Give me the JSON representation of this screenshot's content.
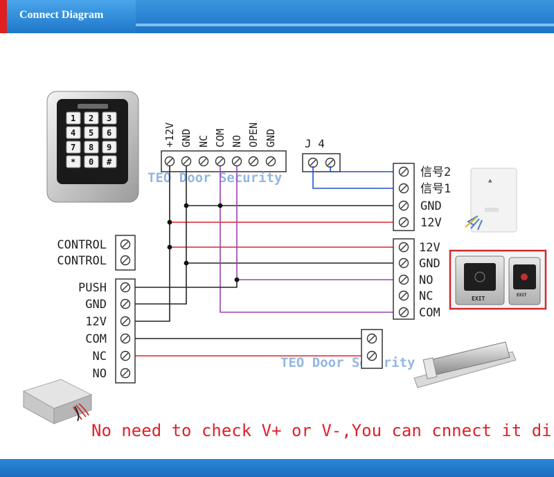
{
  "header": {
    "title": "Connect Diagram"
  },
  "colors": {
    "red": "#e0202a",
    "blue": "#2050d0",
    "purple": "#9a40b0",
    "black": "#222222",
    "header_blue": "#1f77c9",
    "accent_red": "#e02020"
  },
  "keypad": {
    "keys": [
      "1",
      "2",
      "3",
      "4",
      "5",
      "6",
      "7",
      "8",
      "9",
      "*",
      "0",
      "#"
    ]
  },
  "top_terminal": {
    "labels": [
      "+12V",
      "GND",
      "NC",
      "COM",
      "NO",
      "OPEN",
      "GND"
    ]
  },
  "j4": {
    "label": "J 4"
  },
  "watermarks": [
    "TEO Door Security",
    "TEO Door Security"
  ],
  "reader_terminal": {
    "labels": [
      "信号2",
      "信号1",
      "GND",
      "12V"
    ]
  },
  "exit_terminal": {
    "labels": [
      "12V",
      "GND",
      "NO",
      "NC",
      "COM"
    ]
  },
  "exit_buttons": {
    "label": "EXIT"
  },
  "control_terminal": {
    "labels": [
      "CONTROL",
      "CONTROL"
    ]
  },
  "power_terminal": {
    "labels": [
      "PUSH",
      "GND",
      "12V",
      "COM",
      "NC",
      "NO"
    ]
  },
  "note": "No need to check V+ or V-,You can cnnect it directly"
}
